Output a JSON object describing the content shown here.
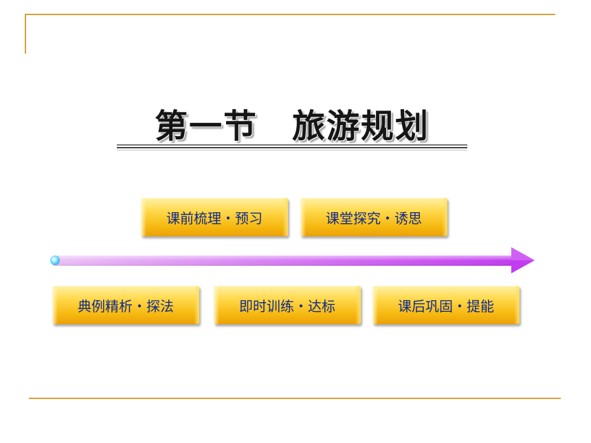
{
  "title": "第一节　旅游规划",
  "buttons": [
    {
      "label": "课前梳理・预习"
    },
    {
      "label": "课堂探究・诱思"
    },
    {
      "label": "典例精析・探法"
    },
    {
      "label": "即时训练・达标"
    },
    {
      "label": "课后巩固・提能"
    }
  ],
  "colors": {
    "frame_line": "#d9a13a",
    "button_text": "#0f2a8c",
    "button_gold": "#f6b80f",
    "arrow_start": "#e9b6f5",
    "arrow_end": "#c23cf0"
  }
}
